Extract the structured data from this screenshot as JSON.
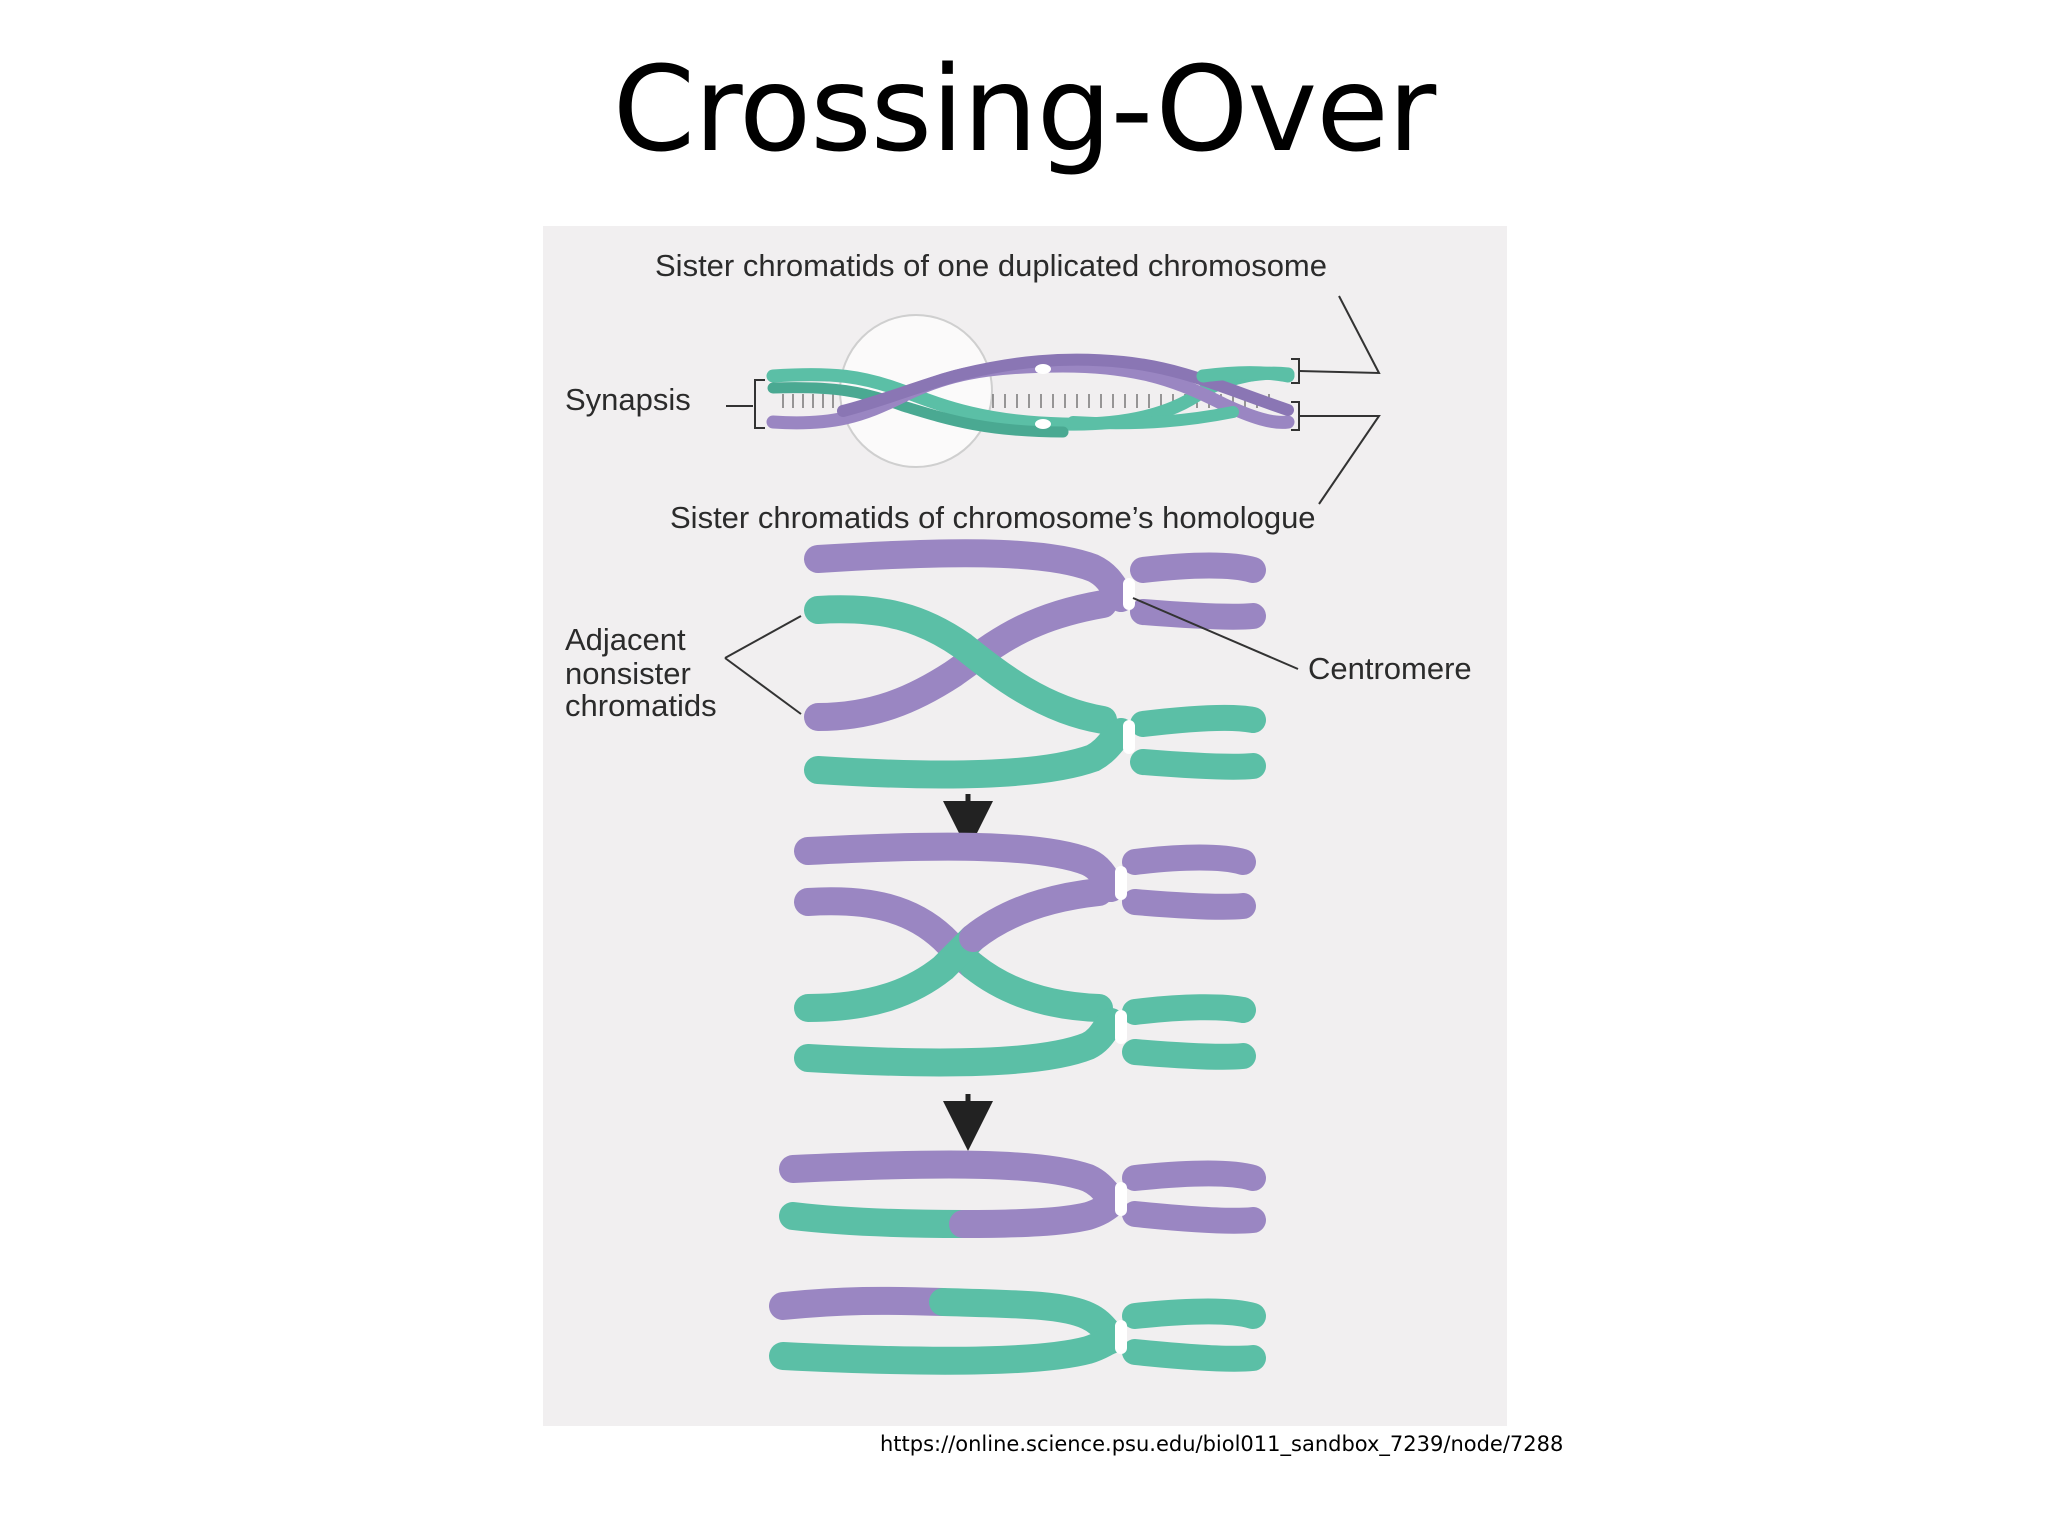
{
  "slide": {
    "title": "Crossing-Over",
    "source_url": "https://online.science.psu.edu/biol011_sandbox_7239/node/7288"
  },
  "diagram": {
    "labels": {
      "sister_top": "Sister chromatids of one duplicated chromosome",
      "synapsis": "Synapsis",
      "sister_homologue": "Sister chromatids of chromosome’s homologue",
      "adjacent_line1": "Adjacent",
      "adjacent_line2": "nonsister",
      "adjacent_line3": "chromatids",
      "centromere": "Centromere"
    },
    "colors": {
      "purple": "#9a86c2",
      "green": "#5bbfa6",
      "background": "#f1eff0"
    },
    "stages": [
      "synapsis",
      "crossing",
      "exchange",
      "recombinant"
    ]
  }
}
